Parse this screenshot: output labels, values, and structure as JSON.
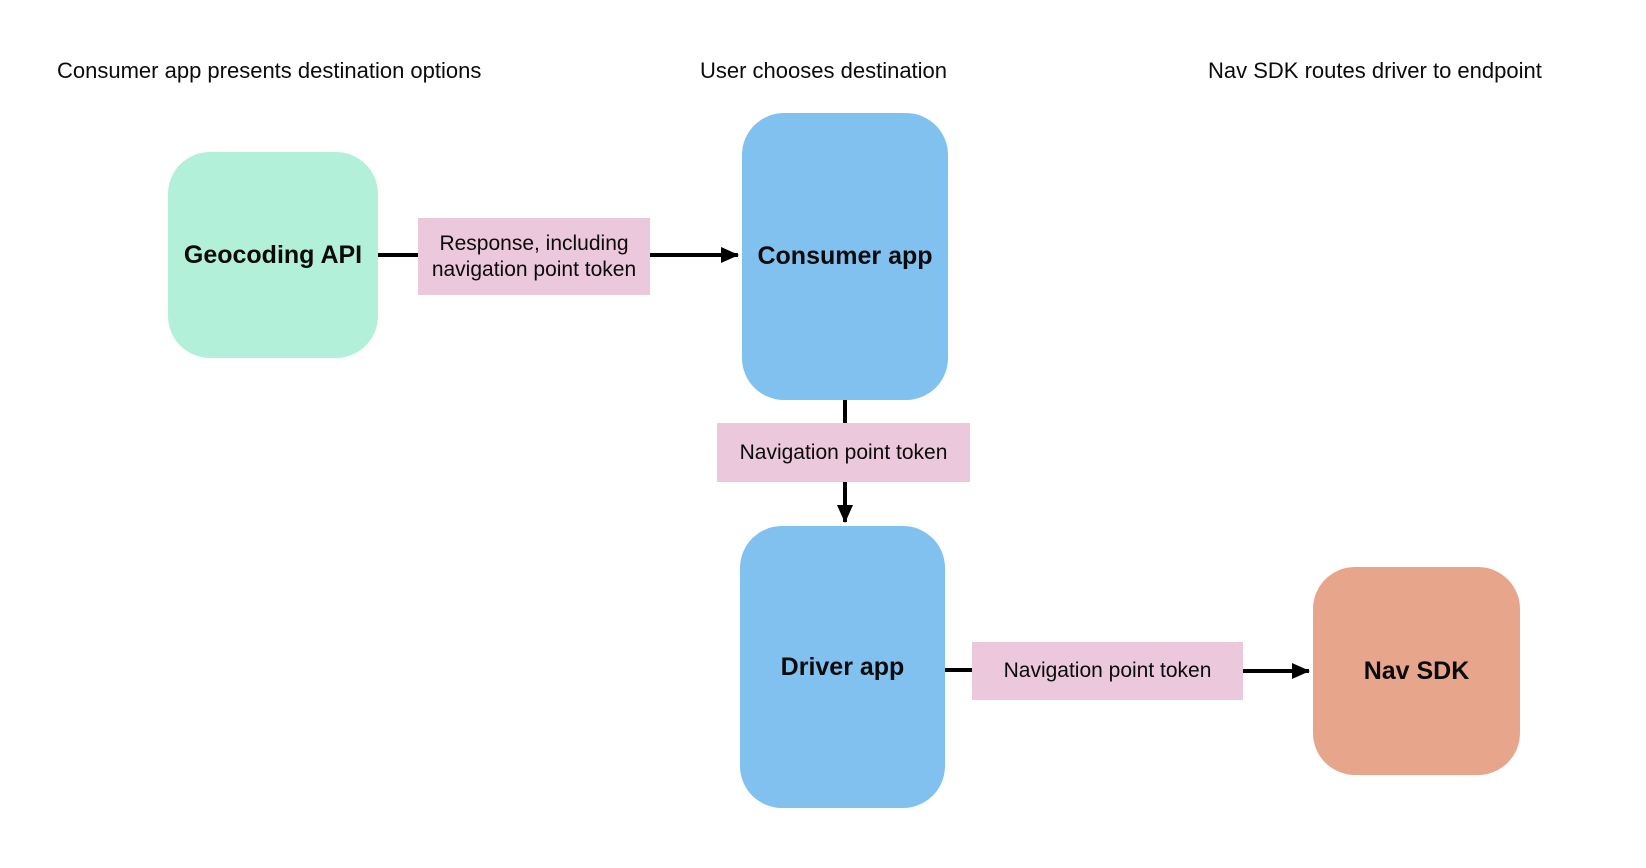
{
  "diagram": {
    "lane_titles": [
      {
        "label": "Consumer app presents destination options"
      },
      {
        "label": "User chooses destination"
      },
      {
        "label": "Nav SDK routes driver to endpoint"
      }
    ],
    "nodes": [
      {
        "id": "geocoding-api",
        "label": "Geocoding API",
        "color": "#b3f0da"
      },
      {
        "id": "consumer-app",
        "label": "Consumer app",
        "color": "#80c1ef"
      },
      {
        "id": "driver-app",
        "label": "Driver app",
        "color": "#80c1ef"
      },
      {
        "id": "nav-sdk",
        "label": "Nav SDK",
        "color": "#e7a68b"
      }
    ],
    "edge_labels": [
      {
        "id": "response-including-navigation-point-token",
        "label": "Response, including navigation point token",
        "color": "#ebc8db"
      },
      {
        "id": "navigation-point-token-consumer-to-driver",
        "label": "Navigation point token",
        "color": "#ebc8db"
      },
      {
        "id": "navigation-point-token-driver-to-navsdk",
        "label": "Navigation point token",
        "color": "#ebc8db"
      }
    ],
    "arrow_color": "#000000",
    "background_color": "#ffffff",
    "text_color": "#0b0b0b"
  }
}
